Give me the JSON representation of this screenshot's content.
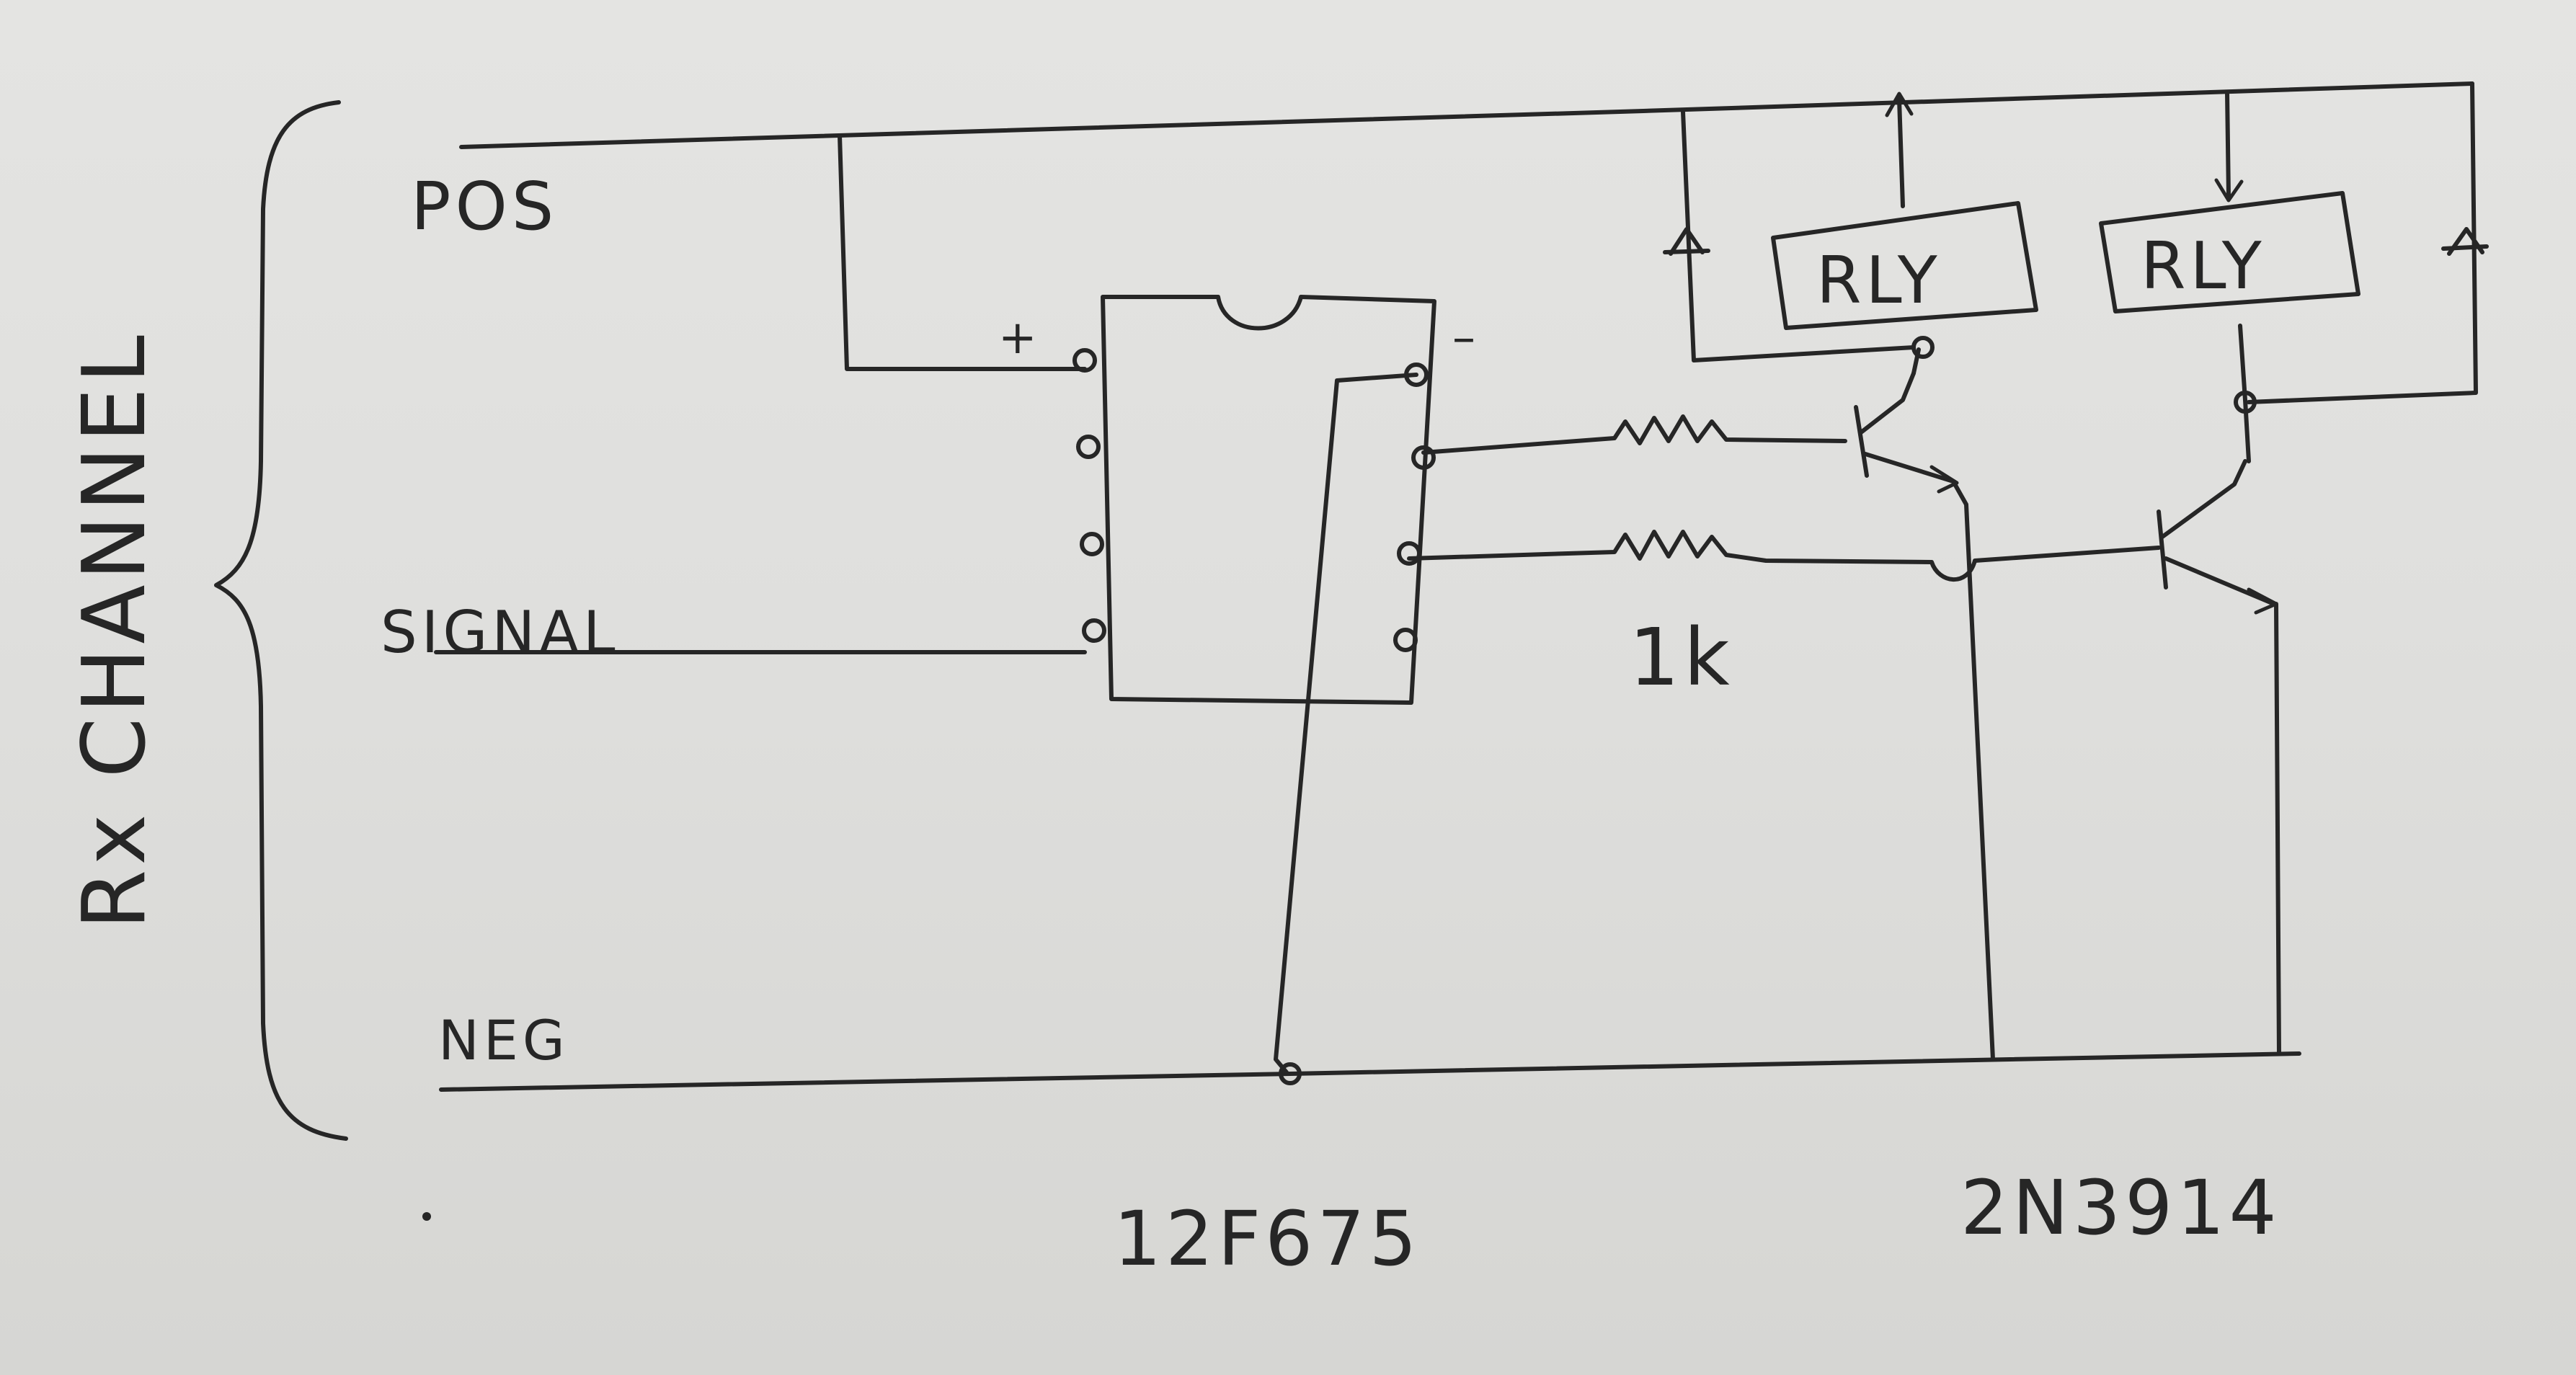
{
  "labels": {
    "channel": "Rx CHANNEL",
    "pos": "POS",
    "signal": "SIGNAL",
    "neg": "NEG",
    "pin_plus": "+",
    "pin_minus": "–",
    "resistor_value": "1k",
    "ic_part": "12F675",
    "transistor_part": "2N3914",
    "relay_1": "RLY",
    "relay_2": "RLY"
  }
}
